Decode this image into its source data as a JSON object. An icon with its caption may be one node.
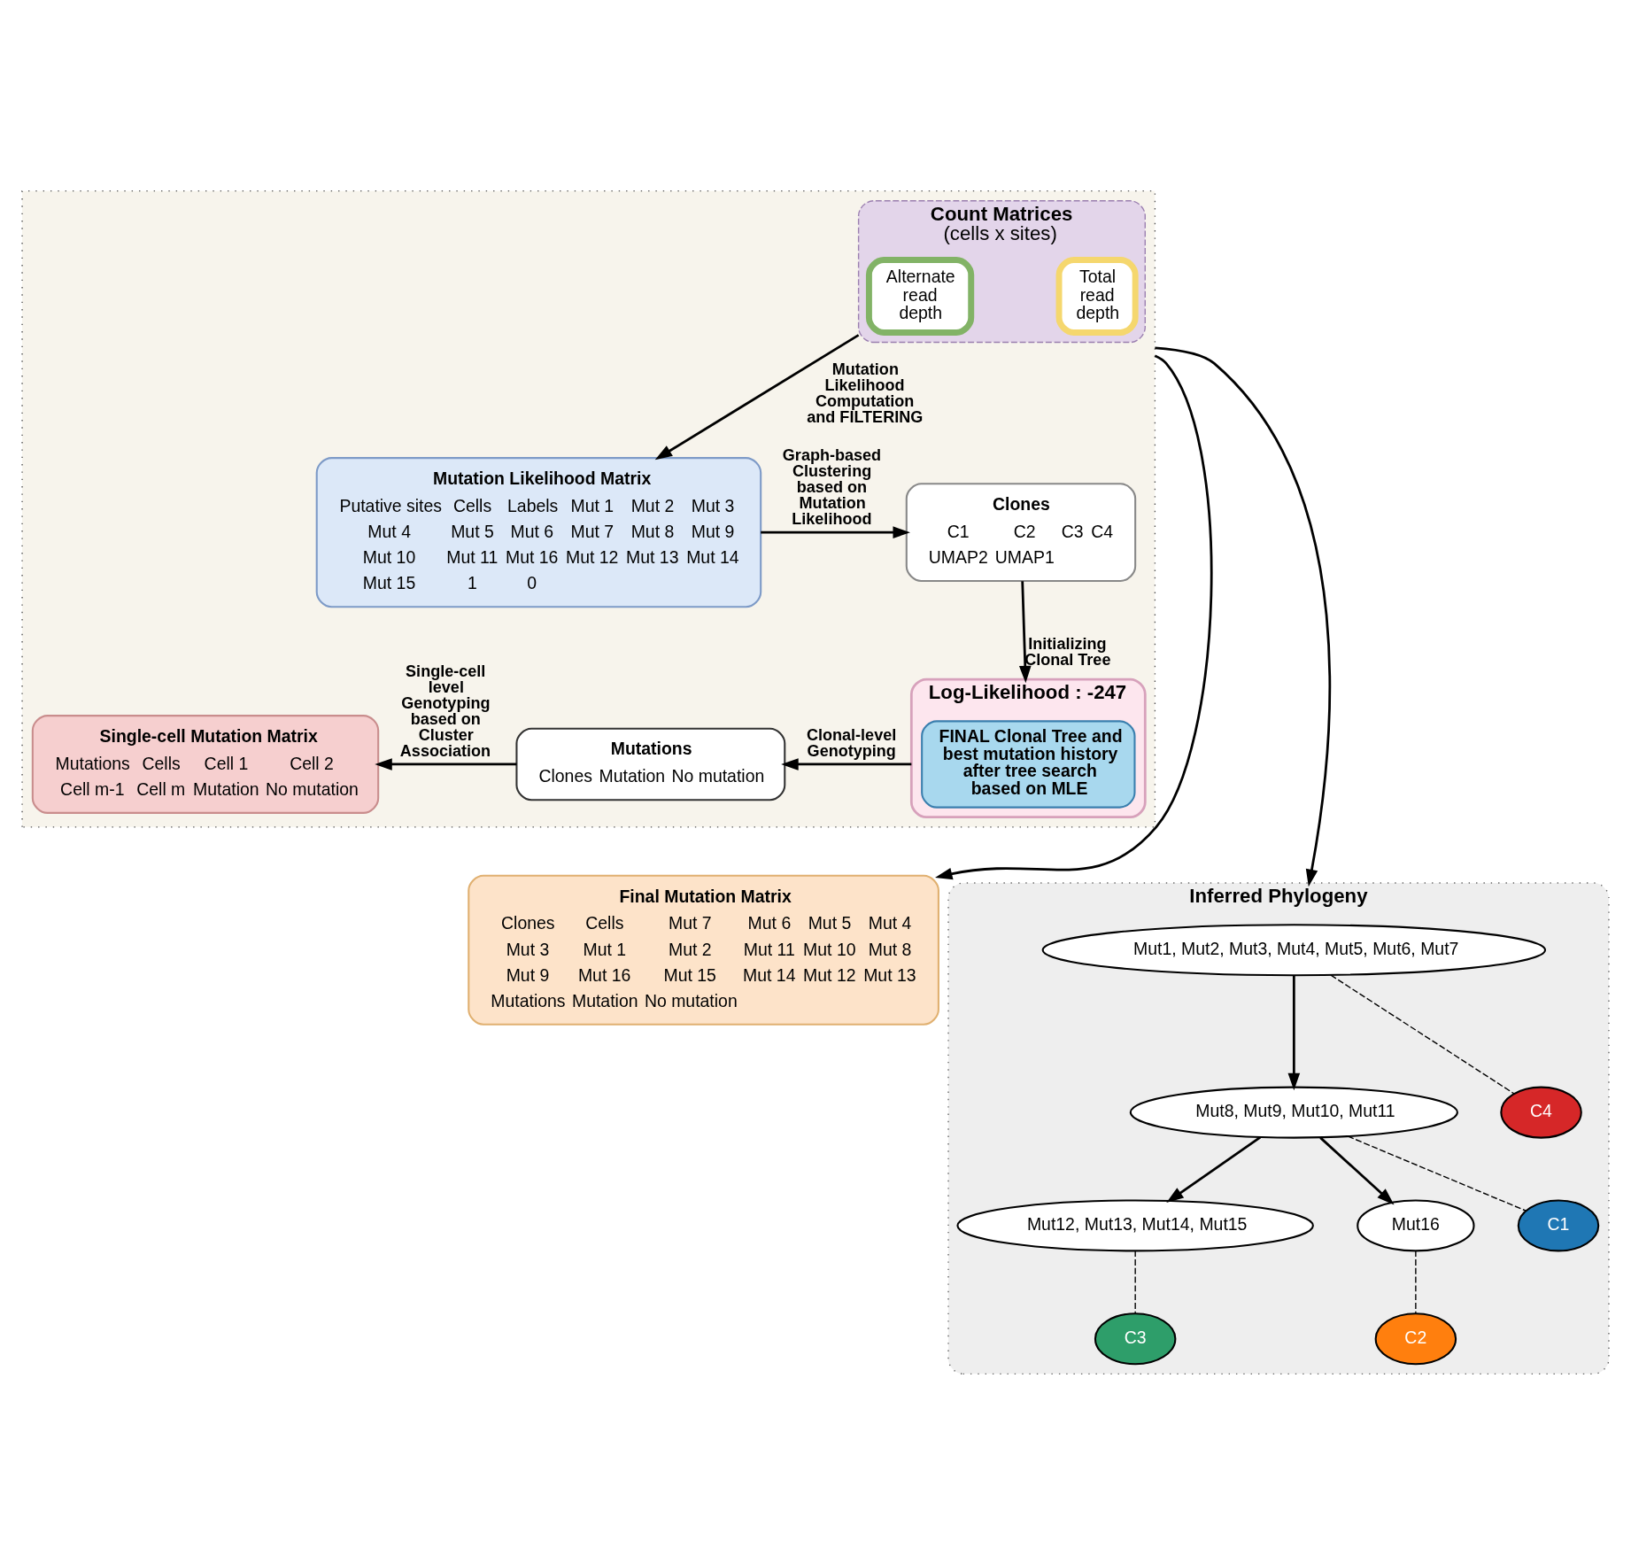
{
  "diagram": {
    "nodes": [
      {
        "text": [],
        "shape": "box"
      },
      {
        "text": [
          "Count Matrices",
          "(cells x sites)"
        ],
        "in": 0
      },
      {
        "text": [
          "Alternate read depth"
        ],
        "in": 1
      },
      {
        "text": [
          "Total read depth"
        ],
        "in": 1
      },
      {
        "text": [
          "Mutation Likelihood Matrix",
          "Putative sites",
          "Cells",
          "Labels",
          "Mut 1",
          "Mut 2",
          "Mut 3",
          "Mut 4",
          "Mut 5",
          "Mut 6",
          "Mut 7",
          "Mut 8",
          "Mut 9",
          "Mut 10",
          "Mut 11",
          "Mut 16",
          "Mut 12",
          "Mut 13",
          "Mut 14",
          "Mut 15",
          "1",
          "0"
        ],
        "in": 0
      },
      {
        "text": [
          "Clones",
          "C1",
          "C2",
          "C3",
          "C4",
          "UMAP2",
          "UMAP1"
        ],
        "in": 0
      },
      {
        "text": [
          "Log-Likelihood : -247"
        ],
        "in": 0
      },
      {
        "text": [
          "FINAL Clonal Tree and best mutation history after tree search based on MLE"
        ],
        "in": 6
      },
      {
        "text": [
          "Mutations",
          "Clones",
          "Mutation",
          "No mutation"
        ],
        "in": 0
      },
      {
        "text": [
          "Single-cell Mutation Matrix",
          "Mutations",
          "Cells",
          "Cell 1",
          "Cell 2",
          "Cell m-1",
          "Cell m",
          "Mutation",
          "No mutation"
        ],
        "in": 0
      },
      {
        "text": [
          "Final Mutation Matrix",
          "Clones",
          "Cells",
          "Mut 7",
          "Mut 6",
          "Mut 5",
          "Mut 4",
          "Mut 3",
          "Mut 1",
          "Mut 2",
          "Mut 11",
          "Mut 10",
          "Mut 8",
          "Mut 9",
          "Mut 16",
          "Mut 15",
          "Mut 14",
          "Mut 12",
          "Mut 13",
          "Mutations",
          "Mutation",
          "No mutation"
        ]
      },
      {
        "text": [
          "Inferred Phylogeny"
        ]
      },
      {
        "text": [
          "Mut1, Mut2, Mut3, Mut4, Mut5, Mut6, Mut7"
        ],
        "in": 11
      },
      {
        "text": [
          "Mut8, Mut9, Mut10, Mut11"
        ],
        "in": 11
      },
      {
        "text": [
          "C4"
        ],
        "in": 11
      },
      {
        "text": [
          "Mut12, Mut13, Mut14, Mut15"
        ],
        "in": 11
      },
      {
        "text": [
          "Mut16"
        ],
        "in": 11
      },
      {
        "text": [
          "C1"
        ],
        "in": 11
      },
      {
        "text": [
          "C3"
        ],
        "in": 11
      },
      {
        "text": [
          "C2"
        ],
        "in": 11
      }
    ],
    "edges": [
      {
        "from": 1,
        "to": 4,
        "arrow": "to",
        "label": "Mutation Likelihood Computation and FILTERING"
      },
      {
        "from": 4,
        "to": 5,
        "arrow": "to",
        "label": "Graph-based Clustering based on Mutation Likelihood"
      },
      {
        "from": 5,
        "to": 6,
        "arrow": "to",
        "label": "Initializing Clonal Tree"
      },
      {
        "from": 6,
        "to": 8,
        "arrow": "to",
        "label": "Clonal-level Genotyping"
      },
      {
        "from": 8,
        "to": 9,
        "arrow": "to",
        "label": "Single-cell level Genotyping based on Cluster Association"
      },
      {
        "from": 0,
        "to": 10,
        "arrow": "to"
      },
      {
        "from": 0,
        "to": 11,
        "arrow": "to"
      },
      {
        "from": 12,
        "to": 13,
        "arrow": "to"
      },
      {
        "from": 12,
        "to": 14,
        "arrow": "none",
        "style": "dashed"
      },
      {
        "from": 13,
        "to": 15,
        "arrow": "to"
      },
      {
        "from": 13,
        "to": 16,
        "arrow": "to"
      },
      {
        "from": 13,
        "to": 17,
        "arrow": "none",
        "style": "dashed"
      },
      {
        "from": 15,
        "to": 18,
        "arrow": "none",
        "style": "dashed"
      },
      {
        "from": 16,
        "to": 19,
        "arrow": "none",
        "style": "dashed"
      }
    ]
  }
}
